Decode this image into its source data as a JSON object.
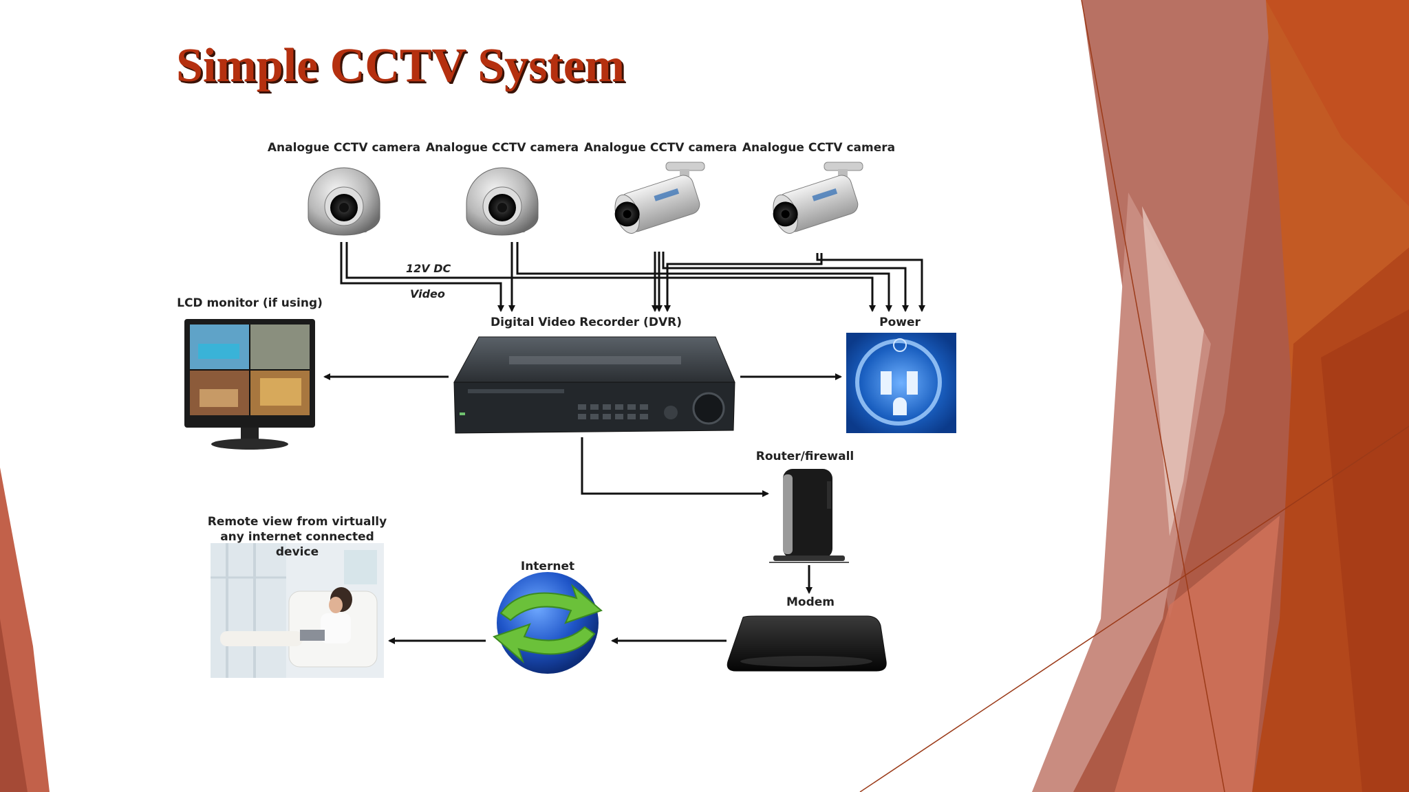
{
  "slide": {
    "title": "Simple CCTV System"
  },
  "diagram": {
    "cameras": [
      {
        "label": "Analogue CCTV camera",
        "kind": "dome-camera-icon"
      },
      {
        "label": "Analogue CCTV camera",
        "kind": "dome-camera-icon"
      },
      {
        "label": "Analogue CCTV camera",
        "kind": "bullet-camera-icon"
      },
      {
        "label": "Analogue CCTV camera",
        "kind": "bullet-camera-icon"
      }
    ],
    "cable_labels": {
      "power": "12V DC",
      "video": "Video"
    },
    "devices": {
      "lcd_monitor": "LCD monitor (if using)",
      "dvr": "Digital Video Recorder (DVR)",
      "power": "Power",
      "router": "Router/firewall",
      "modem": "Modem",
      "internet": "Internet",
      "remote_view": "Remote view from virtually any internet connected device"
    }
  },
  "colors": {
    "title": "#b5300f",
    "accent_dark": "#8f2d10",
    "accent_orange": "#c9501c",
    "accent_light": "#d49a8a",
    "power_blue": "#1a5fc0"
  }
}
